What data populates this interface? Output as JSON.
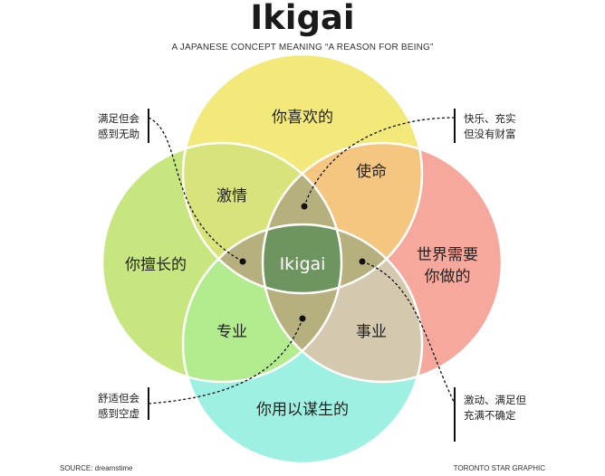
{
  "title": "Ikigai",
  "subtitle": "A JAPANESE CONCEPT MEANING “A REASON FOR BEING”",
  "circles": {
    "top": "你喜欢的",
    "left": "你擅长的",
    "right_line1": "世界需要",
    "right_line2": "你做的",
    "bottom": "你用以谋生的"
  },
  "overlaps": {
    "top_left": "激情",
    "top_right": "使命",
    "bottom_left": "专业",
    "bottom_right": "事业",
    "center": "Ikigai"
  },
  "notes": {
    "top_left_line1": "满足但会",
    "top_left_line2": "感到无助",
    "top_right_line1": "快乐、充实",
    "top_right_line2": "但没有财富",
    "bottom_left_line1": "舒适但会",
    "bottom_left_line2": "感到空虚",
    "bottom_right_line1": "激动、满足但",
    "bottom_right_line2": "充满不确定"
  },
  "footer": {
    "source": "SOURCE: dreamstime",
    "credit": "TORONTO STAR GRAPHIC"
  },
  "colors": {
    "top_circle": "#F2E97A",
    "left_circle": "#C8E67F",
    "right_circle": "#F7A89C",
    "bottom_circle": "#9EF1E2",
    "passion": "#D9E37C",
    "mission": "#F4C680",
    "profession": "#B3EC8E",
    "vocation": "#D4C8AE",
    "center_petals": "#B6AF7E",
    "center": "#6E9460"
  }
}
